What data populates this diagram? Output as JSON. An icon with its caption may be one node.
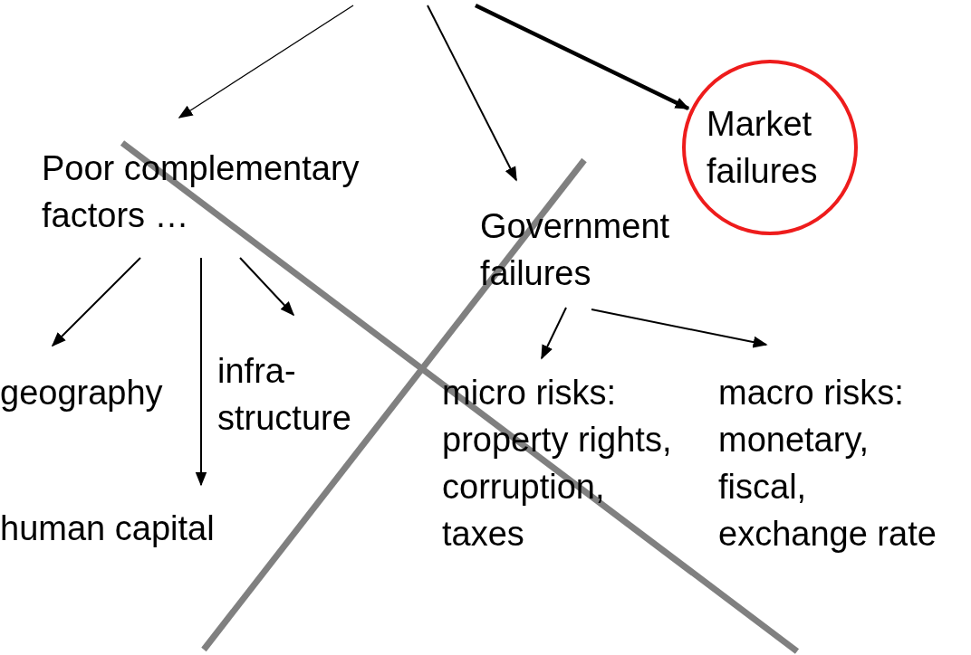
{
  "diagram": {
    "nodes": [
      {
        "text": [
          "Poor complementary factors …"
        ]
      },
      {
        "text": [
          "Government failures"
        ]
      },
      {
        "text": [
          "Market failures"
        ]
      },
      {
        "text": [
          "geography"
        ]
      },
      {
        "text": [
          "infra- structure"
        ]
      },
      {
        "text": [
          "human capital"
        ]
      },
      {
        "text": [
          "micro risks: property rights, corruption, taxes"
        ]
      },
      {
        "text": [
          "macro risks: monetary, fiscal, exchange rate"
        ]
      }
    ],
    "edges": [
      {
        "from": null,
        "to": 0,
        "arrow": "to"
      },
      {
        "from": null,
        "to": 1,
        "arrow": "to"
      },
      {
        "from": null,
        "to": 2,
        "arrow": "to",
        "style": "thick"
      },
      {
        "from": 0,
        "to": 3,
        "arrow": "to"
      },
      {
        "from": 0,
        "to": 5,
        "arrow": "to"
      },
      {
        "from": 0,
        "to": 4,
        "arrow": "to"
      },
      {
        "from": 1,
        "to": 6,
        "arrow": "to"
      },
      {
        "from": 1,
        "to": 7,
        "arrow": "to"
      }
    ]
  }
}
